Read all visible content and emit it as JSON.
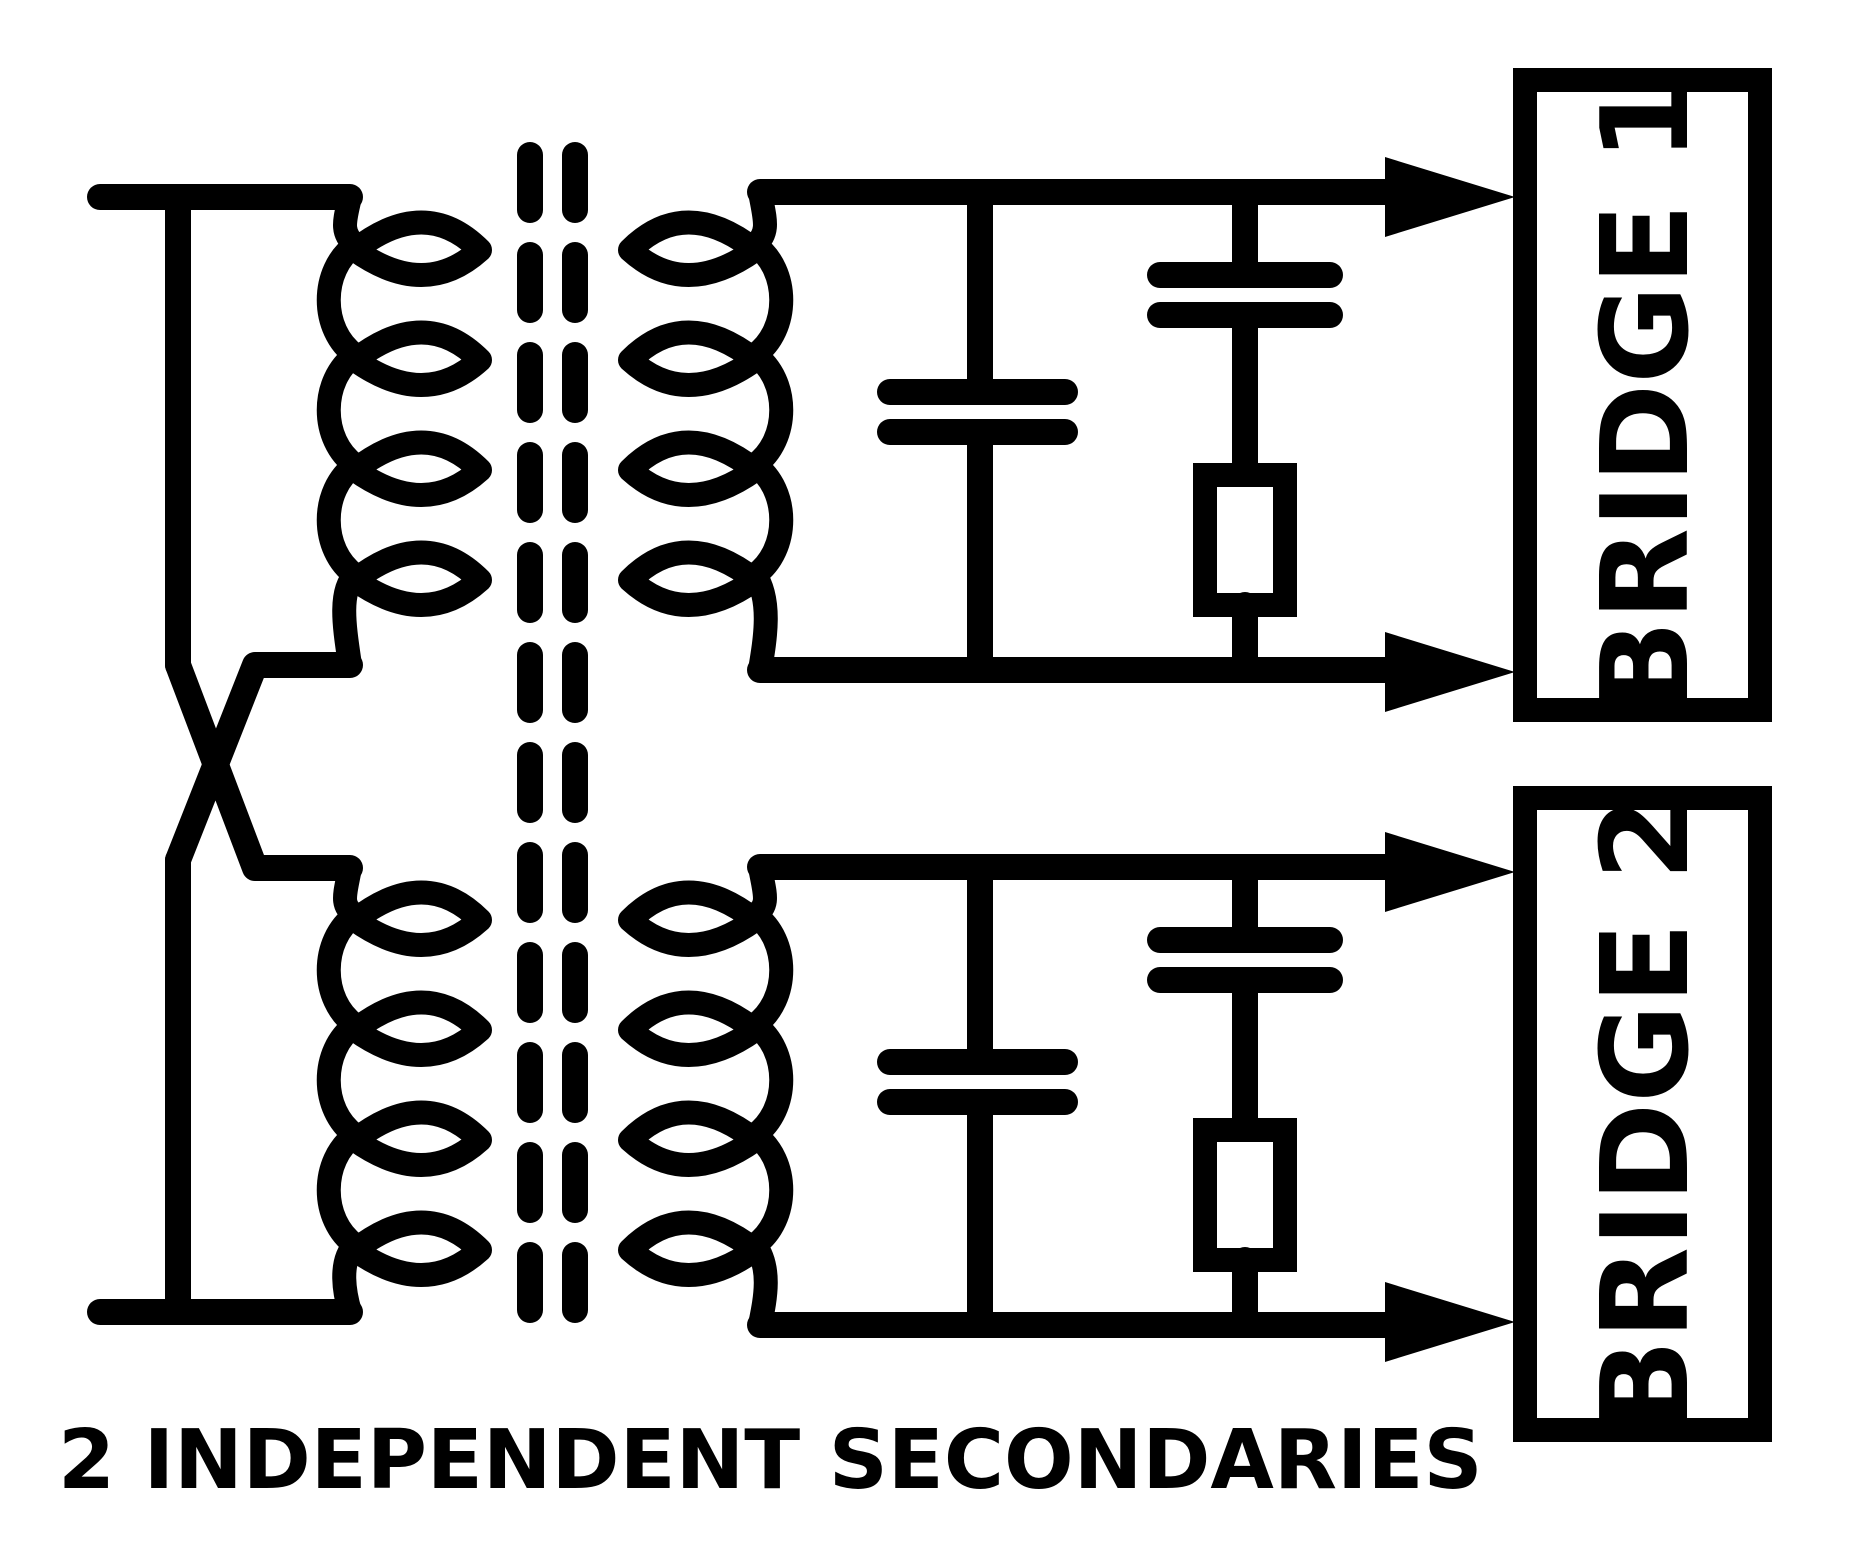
{
  "bridges": [
    {
      "label": "BRIDGE 1"
    },
    {
      "label": "BRIDGE 2"
    }
  ],
  "caption": "2 INDEPENDENT SECONDARIES",
  "colors": {
    "ink": "#000000",
    "background": "#ffffff"
  },
  "transformer": {
    "primary_windings": 2,
    "secondary_windings": 2,
    "turns_per_winding": 4,
    "core": "dashed double line"
  },
  "filter_per_secondary": [
    "capacitor",
    "series capacitor + resistor",
    "arrow to bridge"
  ]
}
